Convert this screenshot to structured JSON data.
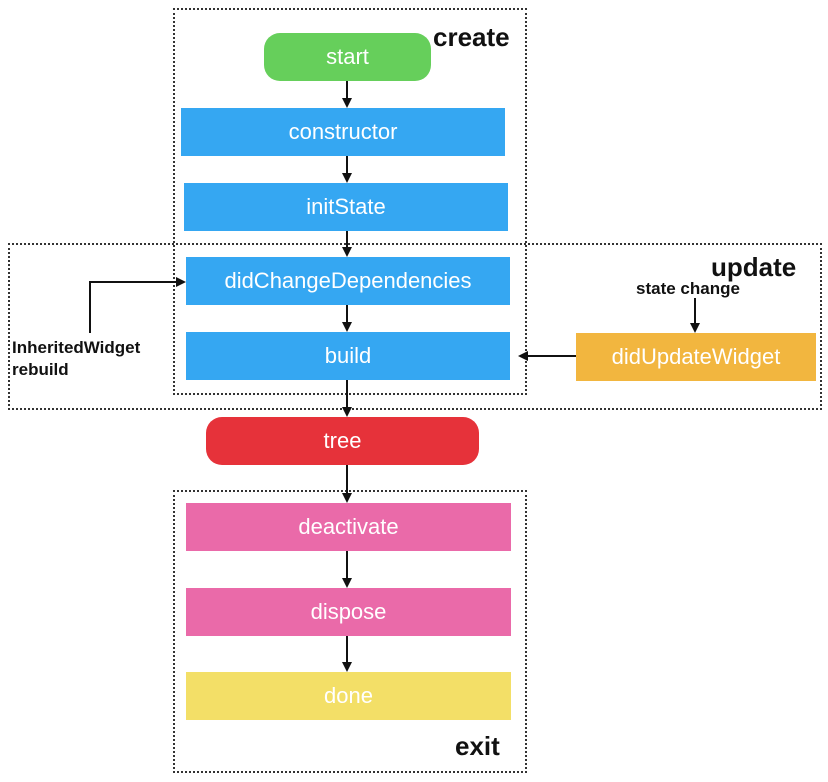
{
  "groups": {
    "create": "create",
    "update": "update",
    "exit": "exit"
  },
  "nodes": {
    "start": "start",
    "constructor": "constructor",
    "init_state": "initState",
    "did_change_dependencies": "didChangeDependencies",
    "build": "build",
    "did_update_widget": "didUpdateWidget",
    "tree": "tree",
    "deactivate": "deactivate",
    "dispose": "dispose",
    "done": "done"
  },
  "labels": {
    "state_change": "state change",
    "inherited_widget_line1": "InheritedWidget",
    "inherited_widget_line2": "rebuild"
  },
  "colors": {
    "start": "#66cf5b",
    "lifecycle_blue": "#35a7f2",
    "did_update_widget": "#f2b63f",
    "tree": "#e6323a",
    "exit_pink": "#ea6aa9",
    "done": "#f3df67"
  }
}
